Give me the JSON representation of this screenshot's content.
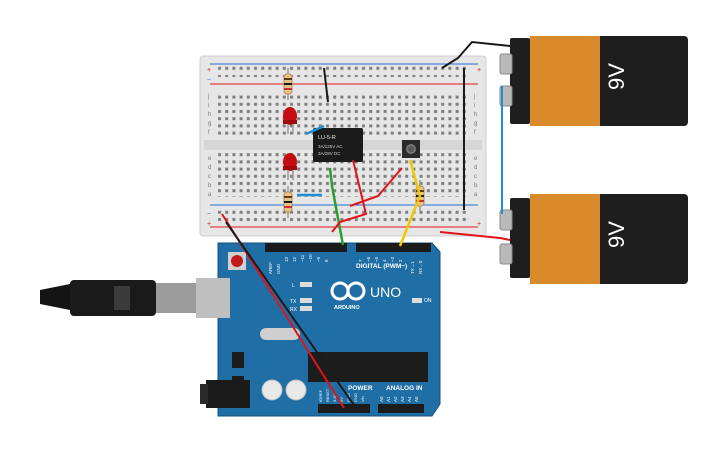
{
  "battery_top": {
    "label": "9V"
  },
  "battery_bottom": {
    "label": "9V"
  },
  "relay": {
    "line1": "LU-5-R",
    "line2": "3A/125V AC",
    "line3": "3A/28V DC"
  },
  "breadboard": {
    "row_letters_upper": [
      "j",
      "i",
      "h",
      "g",
      "f"
    ],
    "row_letters_lower": [
      "e",
      "d",
      "c",
      "b",
      "a"
    ]
  },
  "arduino": {
    "logo_text": "UNO",
    "brand": "ARDUINO",
    "digital_label": "DIGITAL (PWM~)",
    "power_label": "POWER",
    "analog_label": "ANALOG IN",
    "on_label": "ON",
    "led_labels": [
      "L",
      "TX",
      "RX"
    ],
    "aref": "AREF",
    "gnd": "GND",
    "tx_pin": "TX→1",
    "rx_pin": "RX←0",
    "digital_pins": [
      "13",
      "12",
      "~11",
      "~10",
      "~9",
      "8",
      "7",
      "~6",
      "~5",
      "4",
      "~3",
      "2"
    ],
    "power_pins": [
      "IOREF",
      "RESET",
      "3.3V",
      "5V",
      "GND",
      "GND",
      "Vin"
    ],
    "analog_pins": [
      "A0",
      "A1",
      "A2",
      "A3",
      "A4",
      "A5"
    ]
  },
  "colors": {
    "board_blue": "#1f6fa6",
    "breadboard": "#e8e8e8",
    "wire_red": "#e0141b",
    "wire_black": "#1a1a1a",
    "wire_green": "#2e9e2e",
    "wire_yellow": "#f0c800",
    "wire_blue": "#1f8fd6",
    "battery_orange": "#d98a2b"
  }
}
